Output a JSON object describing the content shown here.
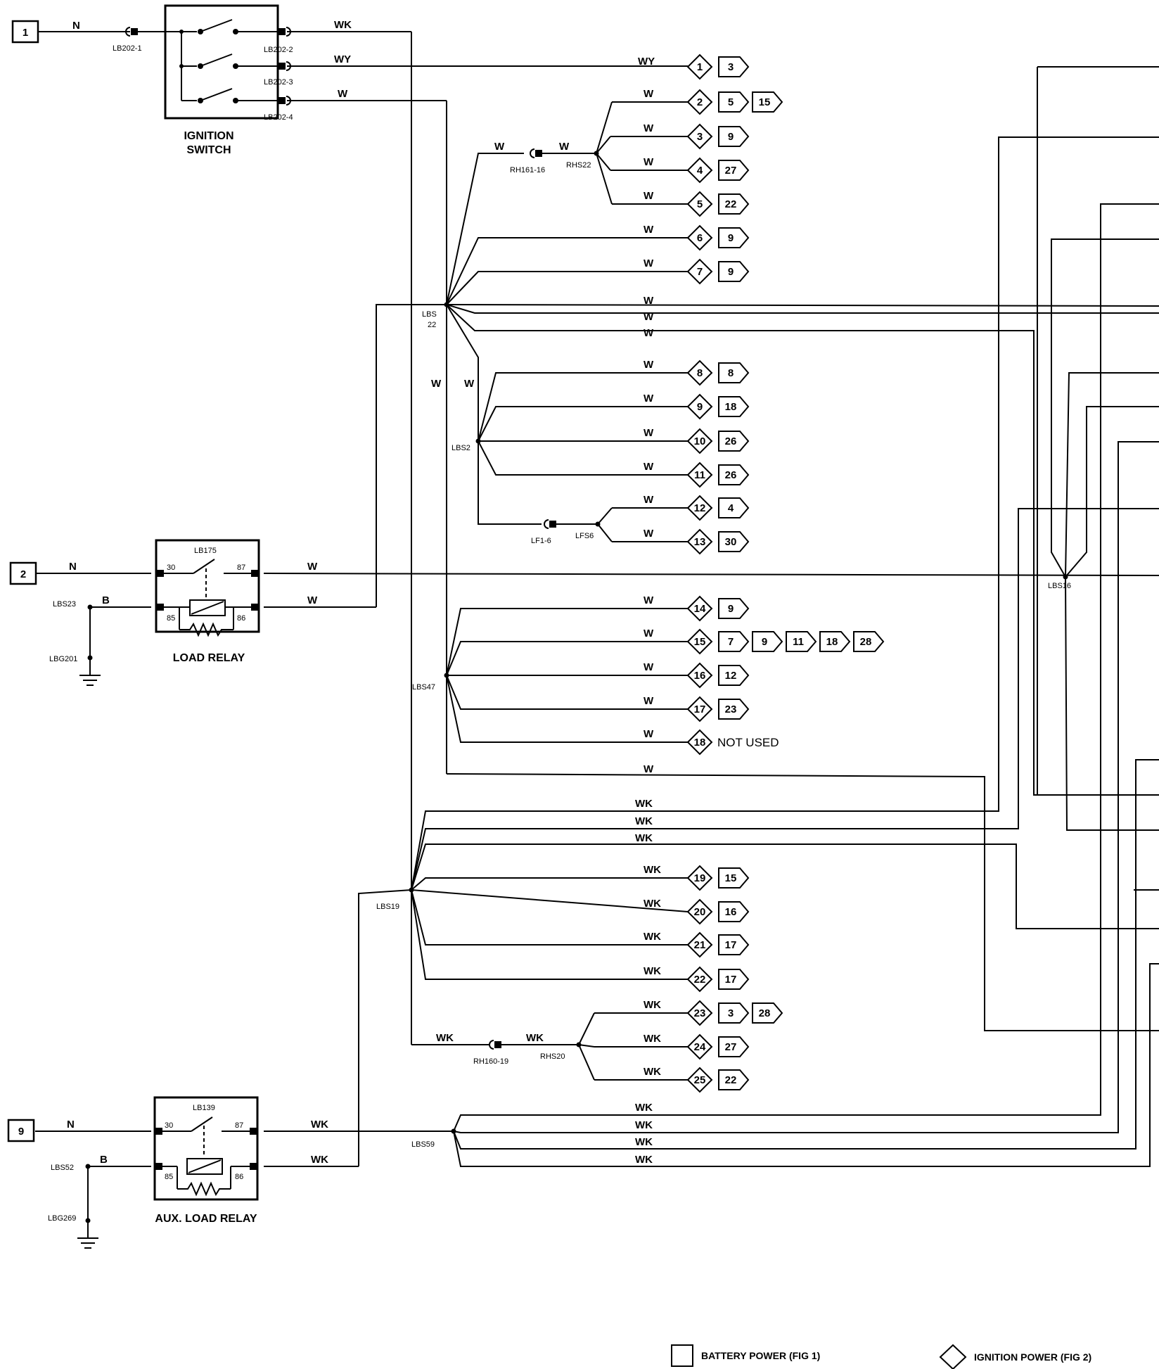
{
  "components": {
    "ignition_switch": [
      "IGNITION",
      "SWITCH"
    ],
    "load_relay": "LOAD RELAY",
    "aux_load_relay": "AUX. LOAD RELAY",
    "load_relay_id": "LB175",
    "aux_load_relay_id": "LB139"
  },
  "power_sources": [
    {
      "num": "1",
      "wire": "N"
    },
    {
      "num": "2",
      "wire": "N"
    },
    {
      "num": "9",
      "wire": "N"
    }
  ],
  "relay_pins": {
    "p30": "30",
    "p87": "87",
    "p85": "85",
    "p86": "86"
  },
  "connector_labels": {
    "lb202_1": "LB202-1",
    "lb202_2": "LB202-2",
    "lb202_3": "LB202-3",
    "lb202_4": "LB202-4",
    "rh161": "RH161-16",
    "rhs22": "RHS22",
    "lbs22": [
      "LBS",
      "22"
    ],
    "lbs2": "LBS2",
    "lf1_6": "LF1-6",
    "lfs6": "LFS6",
    "lbs47": "LBS47",
    "lbs16": "LBS16",
    "lbs23": "LBS23",
    "lbg201": "LBG201",
    "lbs19": "LBS19",
    "rh160": "RH160-19",
    "rhs20": "RHS20",
    "lbs59": "LBS59",
    "lbs52": "LBS52",
    "lbg269": "LBG269"
  },
  "wire_labels": {
    "wk": "WK",
    "wy": "WY",
    "w": "W",
    "b": "B"
  },
  "ignition_outputs": [
    {
      "id": "1",
      "targets": [
        "3"
      ]
    },
    {
      "id": "2",
      "targets": [
        "5",
        "15"
      ]
    },
    {
      "id": "3",
      "targets": [
        "9"
      ]
    },
    {
      "id": "4",
      "targets": [
        "27"
      ]
    },
    {
      "id": "5",
      "targets": [
        "22"
      ]
    },
    {
      "id": "6",
      "targets": [
        "9"
      ]
    },
    {
      "id": "7",
      "targets": [
        "9"
      ]
    },
    {
      "id": "8",
      "targets": [
        "8"
      ]
    },
    {
      "id": "9",
      "targets": [
        "18"
      ]
    },
    {
      "id": "10",
      "targets": [
        "26"
      ]
    },
    {
      "id": "11",
      "targets": [
        "26"
      ]
    },
    {
      "id": "12",
      "targets": [
        "4"
      ]
    },
    {
      "id": "13",
      "targets": [
        "30"
      ]
    },
    {
      "id": "14",
      "targets": [
        "9"
      ]
    },
    {
      "id": "15",
      "targets": [
        "7",
        "9",
        "11",
        "18",
        "28"
      ]
    },
    {
      "id": "16",
      "targets": [
        "12"
      ]
    },
    {
      "id": "17",
      "targets": [
        "23"
      ]
    },
    {
      "id": "18",
      "targets": [],
      "note": "NOT USED"
    },
    {
      "id": "19",
      "targets": [
        "15"
      ]
    },
    {
      "id": "20",
      "targets": [
        "16"
      ]
    },
    {
      "id": "21",
      "targets": [
        "17"
      ]
    },
    {
      "id": "22",
      "targets": [
        "17"
      ]
    },
    {
      "id": "23",
      "targets": [
        "3",
        "28"
      ]
    },
    {
      "id": "24",
      "targets": [
        "27"
      ]
    },
    {
      "id": "25",
      "targets": [
        "22"
      ]
    }
  ],
  "legend": {
    "battery": "BATTERY POWER (FIG 1)",
    "ignition": "IGNITION POWER (FIG 2)"
  }
}
